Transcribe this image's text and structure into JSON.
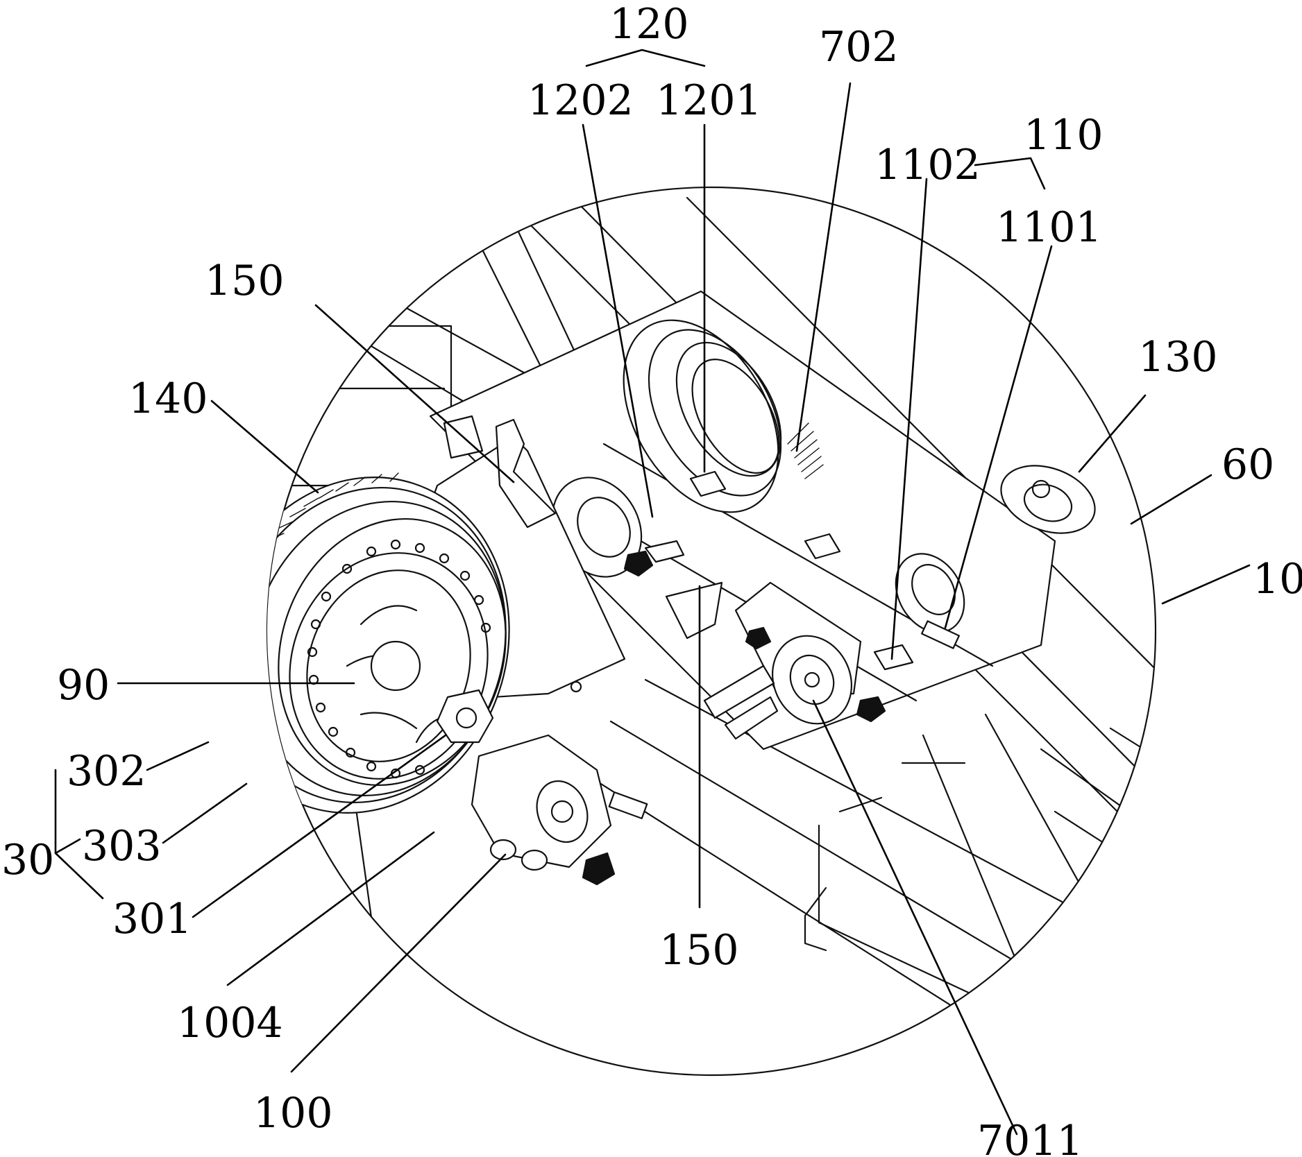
{
  "labels": {
    "l120": "120",
    "l702": "702",
    "l1202": "1202",
    "l1201": "1201",
    "l110": "110",
    "l1102": "1102",
    "l1101": "1101",
    "l150_top": "150",
    "l140": "140",
    "l130": "130",
    "l60": "60",
    "l10": "10",
    "l90": "90",
    "l302": "302",
    "l303": "303",
    "l30": "30",
    "l301": "301",
    "l150_bottom": "150",
    "l1004": "1004",
    "l100": "100",
    "l7011": "7011"
  }
}
